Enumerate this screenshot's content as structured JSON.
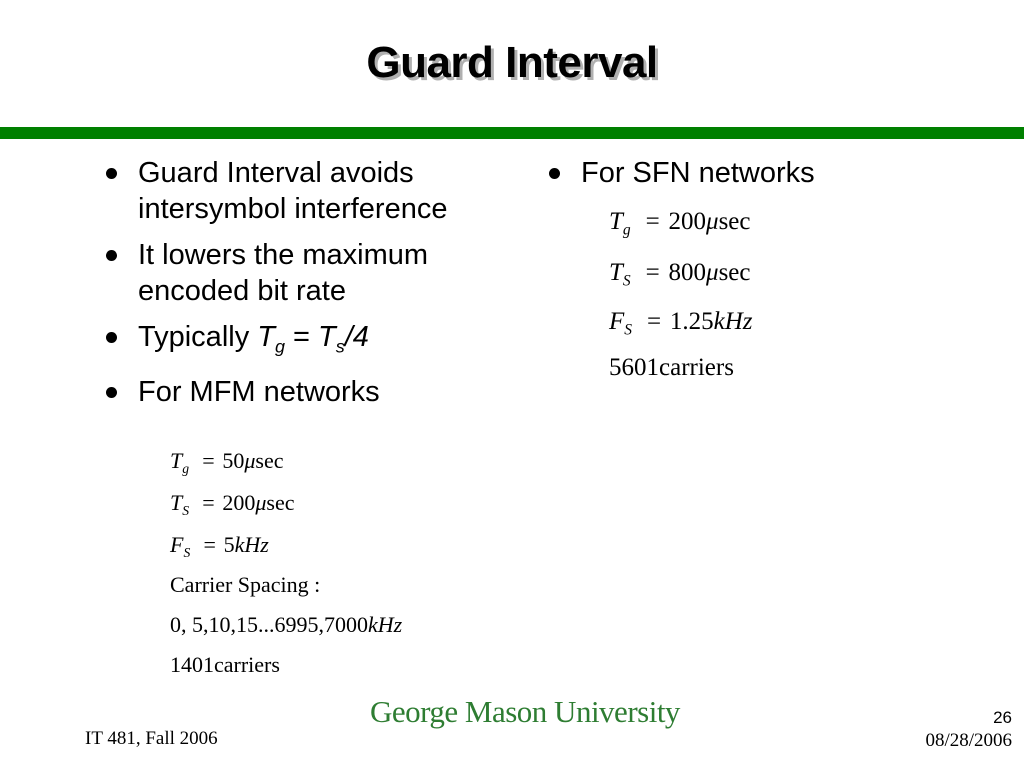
{
  "title": "Guard Interval",
  "left_bullets": [
    "Guard Interval avoids intersymbol interference",
    "It lowers the maximum encoded bit rate",
    "Typically ",
    "For MFM networks"
  ],
  "typically_formula": {
    "tg_base": "T",
    "tg_sub": "g",
    "equals": " = ",
    "ts_base": "T",
    "ts_sub": "s",
    "ts_tail": "/4"
  },
  "mfm": {
    "tg": {
      "sym": "T",
      "sub": "g",
      "val": "50",
      "mu": "μ",
      "unit": "sec"
    },
    "ts": {
      "sym": "T",
      "sub": "S",
      "val": "200",
      "mu": "μ",
      "unit": "sec"
    },
    "fs": {
      "sym": "F",
      "sub": "S",
      "val": "5",
      "unit": "kHz"
    },
    "spacing_label": "Carrier Spacing :",
    "spacing_values": "0,  5,10,15...6995,7000",
    "spacing_unit": "kHz",
    "carriers": "1401carriers"
  },
  "right_bullets": [
    "For SFN networks"
  ],
  "sfn": {
    "tg": {
      "sym": "T",
      "sub": "g",
      "val": "200",
      "mu": "μ",
      "unit": "sec"
    },
    "ts": {
      "sym": "T",
      "sub": "S",
      "val": "800",
      "mu": "μ",
      "unit": "sec"
    },
    "fs": {
      "sym": "F",
      "sub": "S",
      "val": "1.25",
      "unit": "kHz"
    },
    "carriers": "5601carriers"
  },
  "footer": {
    "course": "IT 481, Fall 2006",
    "logo_text": "George Mason University",
    "page_number": "26",
    "date": "08/28/2006"
  },
  "colors": {
    "rule": "#008000",
    "logo": "#2e7d32"
  }
}
